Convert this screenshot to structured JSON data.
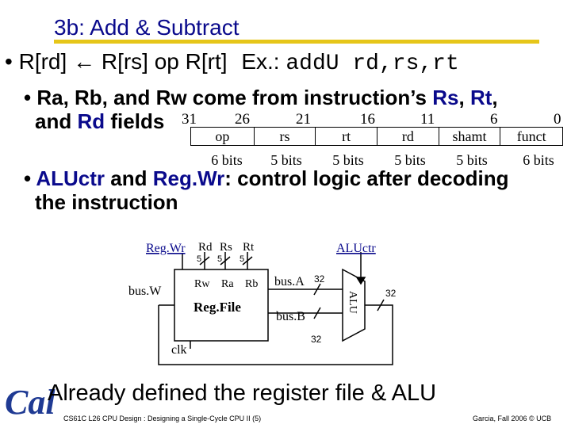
{
  "slide": {
    "title": "3b: Add & Subtract",
    "line1": {
      "bullet": "•",
      "lhs": "R[rd]",
      "arrow": "←",
      "rhs": "R[rs] op R[rt]",
      "ex": "Ex.:",
      "code": "addU rd,rs,rt"
    },
    "bullet2": {
      "bullet": "•",
      "part1": "Ra, Rb, and Rw come from instruction’s",
      "rs": "Rs",
      "comma": ",",
      "rt": "Rt",
      "comma2": ",",
      "and": "and",
      "rd": "Rd",
      "fields": "fields"
    },
    "format": {
      "bit_numbers": [
        "31",
        "26",
        "21",
        "16",
        "11",
        "6",
        "0"
      ],
      "fields": [
        "op",
        "rs",
        "rt",
        "rd",
        "shamt",
        "funct"
      ],
      "widths": [
        "6 bits",
        "5 bits",
        "5 bits",
        "5 bits",
        "5 bits",
        "6 bits"
      ]
    },
    "bullet3": {
      "bullet": "•",
      "aluctr": "ALUctr",
      "and": "and",
      "regwr": "Reg.Wr",
      "rest": ": control logic after decoding",
      "line2": "the instruction"
    },
    "diagram": {
      "regwr": "Reg.Wr",
      "rd": "Rd",
      "rs": "Rs",
      "rt": "Rt",
      "five": "5",
      "aluctr": "ALUctr",
      "busw": "bus.W",
      "rw": "Rw",
      "ra": "Ra",
      "rb": "Rb",
      "regfile": "Reg.File",
      "busa": "bus.A",
      "busb": "bus.B",
      "w32": "32",
      "clk": "clk",
      "alu": "ALU"
    },
    "footer": {
      "caption": "Already defined the register file & ALU",
      "logo": "Cal",
      "left": "CS61C L26 CPU Design : Designing a Single-Cycle CPU II (5)",
      "right": "Garcia, Fall 2006 © UCB"
    },
    "colors": {
      "title": "#0a0a8c",
      "rule": "#e6c619",
      "highlight": "#0a0a8c",
      "logo": "#1f3a93"
    }
  }
}
